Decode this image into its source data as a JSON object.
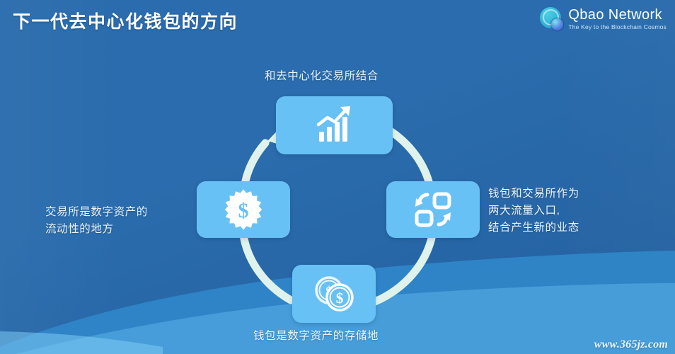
{
  "slide": {
    "title": "下一代去中心化钱包的方向",
    "background_color": "#2a6cad",
    "accent_tile_color": "#68c1f5",
    "ring_color": "#dff3ec"
  },
  "logo": {
    "name": "Qbao Network",
    "tagline": "The Key to the Blockchain Cosmos",
    "mark_icon": "qbao-circle-icon"
  },
  "cycle": {
    "nodes": [
      {
        "position": "top",
        "icon": "bar-chart-growth-icon",
        "label_lines": [
          "和去中心化交易所结合"
        ]
      },
      {
        "position": "right",
        "icon": "exchange-swap-icon",
        "label_lines": [
          "钱包和交易所作为",
          "两大流量入口,",
          "结合产生新的业态"
        ]
      },
      {
        "position": "bottom",
        "icon": "coins-dollar-icon",
        "label_lines": [
          "钱包是数字资产的存储地"
        ]
      },
      {
        "position": "left",
        "icon": "dollar-badge-icon",
        "label_lines": [
          "交易所是数字资产的",
          "流动性的地方"
        ]
      }
    ]
  },
  "watermark": {
    "text": "www.365jz.com"
  }
}
